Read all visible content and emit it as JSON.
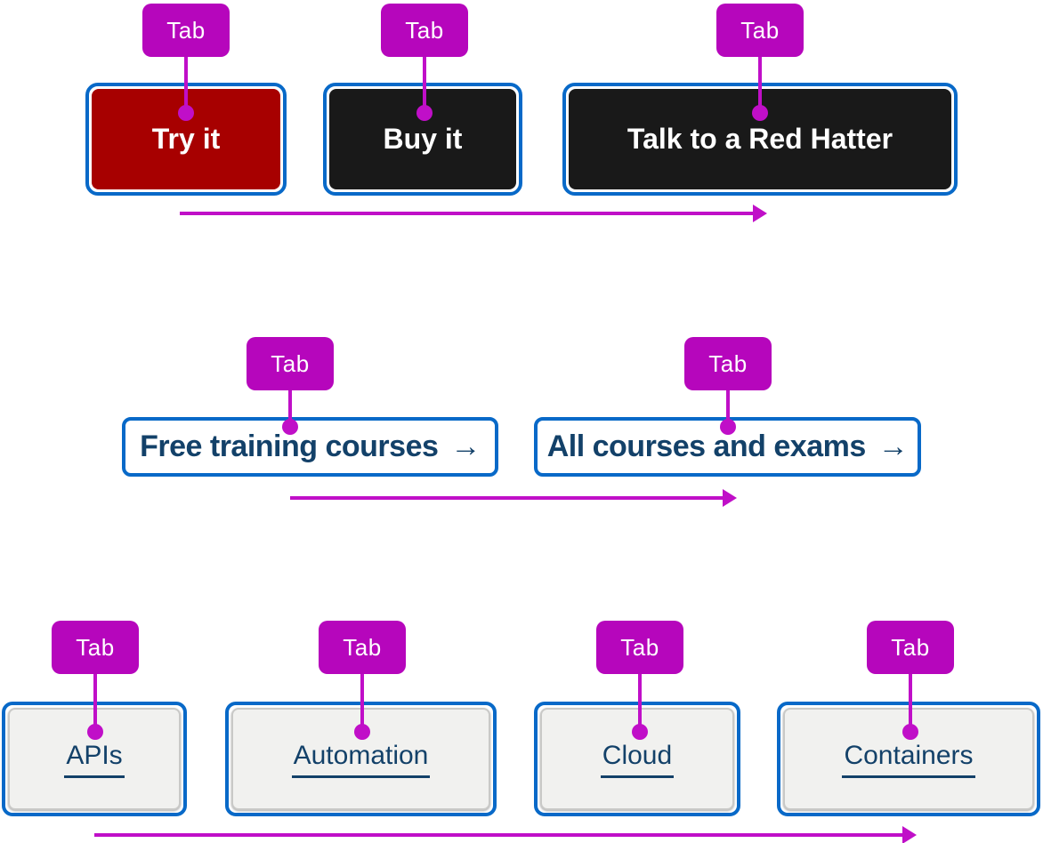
{
  "diagram": {
    "tab_key_label": "Tab",
    "arrow_glyph": "→"
  },
  "row1": {
    "buttons": [
      {
        "label": "Try it"
      },
      {
        "label": "Buy it"
      },
      {
        "label": "Talk to a Red Hatter"
      }
    ]
  },
  "row2": {
    "links": [
      {
        "label": "Free training courses"
      },
      {
        "label": "All courses and exams"
      }
    ]
  },
  "row3": {
    "links": [
      {
        "label": "APIs"
      },
      {
        "label": "Automation"
      },
      {
        "label": "Cloud"
      },
      {
        "label": "Containers"
      }
    ]
  },
  "colors": {
    "tab_chip_magenta": "#B606BC",
    "accent_magenta": "#C00FC8",
    "focus_ring_blue": "#0869C8",
    "primary_red": "#A70000",
    "dark_button": "#191919",
    "link_navy": "#134169",
    "card_background": "#F1F1EF"
  }
}
